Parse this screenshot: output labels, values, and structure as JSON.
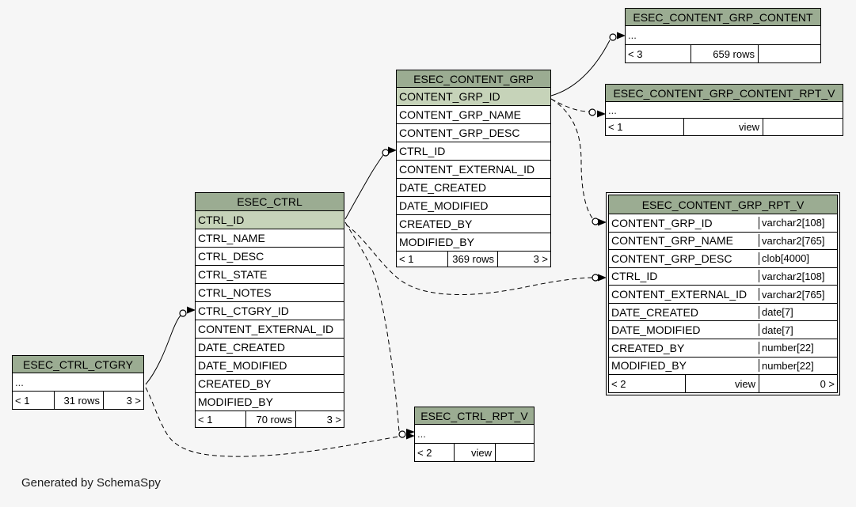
{
  "credit": "Generated by SchemaSpy",
  "colors": {
    "background": "#f6f6f6",
    "table_header": "#9bac92",
    "primary_key_row": "#c6d3b9",
    "row": "#ffffff",
    "border": "#000000"
  },
  "tables": {
    "content_grp_content": {
      "title": "ESEC_CONTENT_GRP_CONTENT",
      "ellipsis": "...",
      "footer": {
        "prev": "< 3",
        "info": "659 rows",
        "next": ""
      }
    },
    "content_grp_content_rpt_v": {
      "title": "ESEC_CONTENT_GRP_CONTENT_RPT_V",
      "ellipsis": "...",
      "footer": {
        "prev": "< 1",
        "info": "view",
        "next": ""
      }
    },
    "content_grp": {
      "title": "ESEC_CONTENT_GRP",
      "columns": [
        "CONTENT_GRP_ID",
        "CONTENT_GRP_NAME",
        "CONTENT_GRP_DESC",
        "CTRL_ID",
        "CONTENT_EXTERNAL_ID",
        "DATE_CREATED",
        "DATE_MODIFIED",
        "CREATED_BY",
        "MODIFIED_BY"
      ],
      "footer": {
        "prev": "< 1",
        "info": "369 rows",
        "next": "3 >"
      }
    },
    "ctrl": {
      "title": "ESEC_CTRL",
      "columns": [
        "CTRL_ID",
        "CTRL_NAME",
        "CTRL_DESC",
        "CTRL_STATE",
        "CTRL_NOTES",
        "CTRL_CTGRY_ID",
        "CONTENT_EXTERNAL_ID",
        "DATE_CREATED",
        "DATE_MODIFIED",
        "CREATED_BY",
        "MODIFIED_BY"
      ],
      "footer": {
        "prev": "< 1",
        "info": "70 rows",
        "next": "3 >"
      }
    },
    "ctrl_ctgry": {
      "title": "ESEC_CTRL_CTGRY",
      "ellipsis": "...",
      "footer": {
        "prev": "< 1",
        "info": "31 rows",
        "next": "3 >"
      }
    },
    "ctrl_rpt_v": {
      "title": "ESEC_CTRL_RPT_V",
      "ellipsis": "...",
      "footer": {
        "prev": "< 2",
        "info": "view",
        "next": ""
      }
    },
    "content_grp_rpt_v": {
      "title": "ESEC_CONTENT_GRP_RPT_V",
      "columns": [
        {
          "name": "CONTENT_GRP_ID",
          "type": "varchar2[108]"
        },
        {
          "name": "CONTENT_GRP_NAME",
          "type": "varchar2[765]"
        },
        {
          "name": "CONTENT_GRP_DESC",
          "type": "clob[4000]"
        },
        {
          "name": "CTRL_ID",
          "type": "varchar2[108]"
        },
        {
          "name": "CONTENT_EXTERNAL_ID",
          "type": "varchar2[765]"
        },
        {
          "name": "DATE_CREATED",
          "type": "date[7]"
        },
        {
          "name": "DATE_MODIFIED",
          "type": "date[7]"
        },
        {
          "name": "CREATED_BY",
          "type": "number[22]"
        },
        {
          "name": "MODIFIED_BY",
          "type": "number[22]"
        }
      ],
      "footer": {
        "prev": "< 2",
        "info": "view",
        "next": "0 >"
      }
    }
  },
  "relationships": [
    {
      "from": "ESEC_CONTENT_GRP.CONTENT_GRP_ID",
      "to": "ESEC_CONTENT_GRP_CONTENT",
      "style": "solid"
    },
    {
      "from": "ESEC_CONTENT_GRP.CONTENT_GRP_ID",
      "to": "ESEC_CONTENT_GRP_CONTENT_RPT_V",
      "style": "dashed"
    },
    {
      "from": "ESEC_CONTENT_GRP.CONTENT_GRP_ID",
      "to": "ESEC_CONTENT_GRP_RPT_V.CONTENT_GRP_ID",
      "style": "dashed"
    },
    {
      "from": "ESEC_CTRL.CTRL_ID",
      "to": "ESEC_CONTENT_GRP.CTRL_ID",
      "style": "solid"
    },
    {
      "from": "ESEC_CTRL.CTRL_ID",
      "to": "ESEC_CTRL_RPT_V",
      "style": "dashed"
    },
    {
      "from": "ESEC_CTRL.CTRL_ID",
      "to": "ESEC_CONTENT_GRP_RPT_V.CTRL_ID",
      "style": "dashed"
    },
    {
      "from": "ESEC_CTRL_CTGRY",
      "to": "ESEC_CTRL.CTRL_CTGRY_ID",
      "style": "solid"
    },
    {
      "from": "ESEC_CTRL_CTGRY",
      "to": "ESEC_CTRL_RPT_V",
      "style": "dashed"
    }
  ]
}
